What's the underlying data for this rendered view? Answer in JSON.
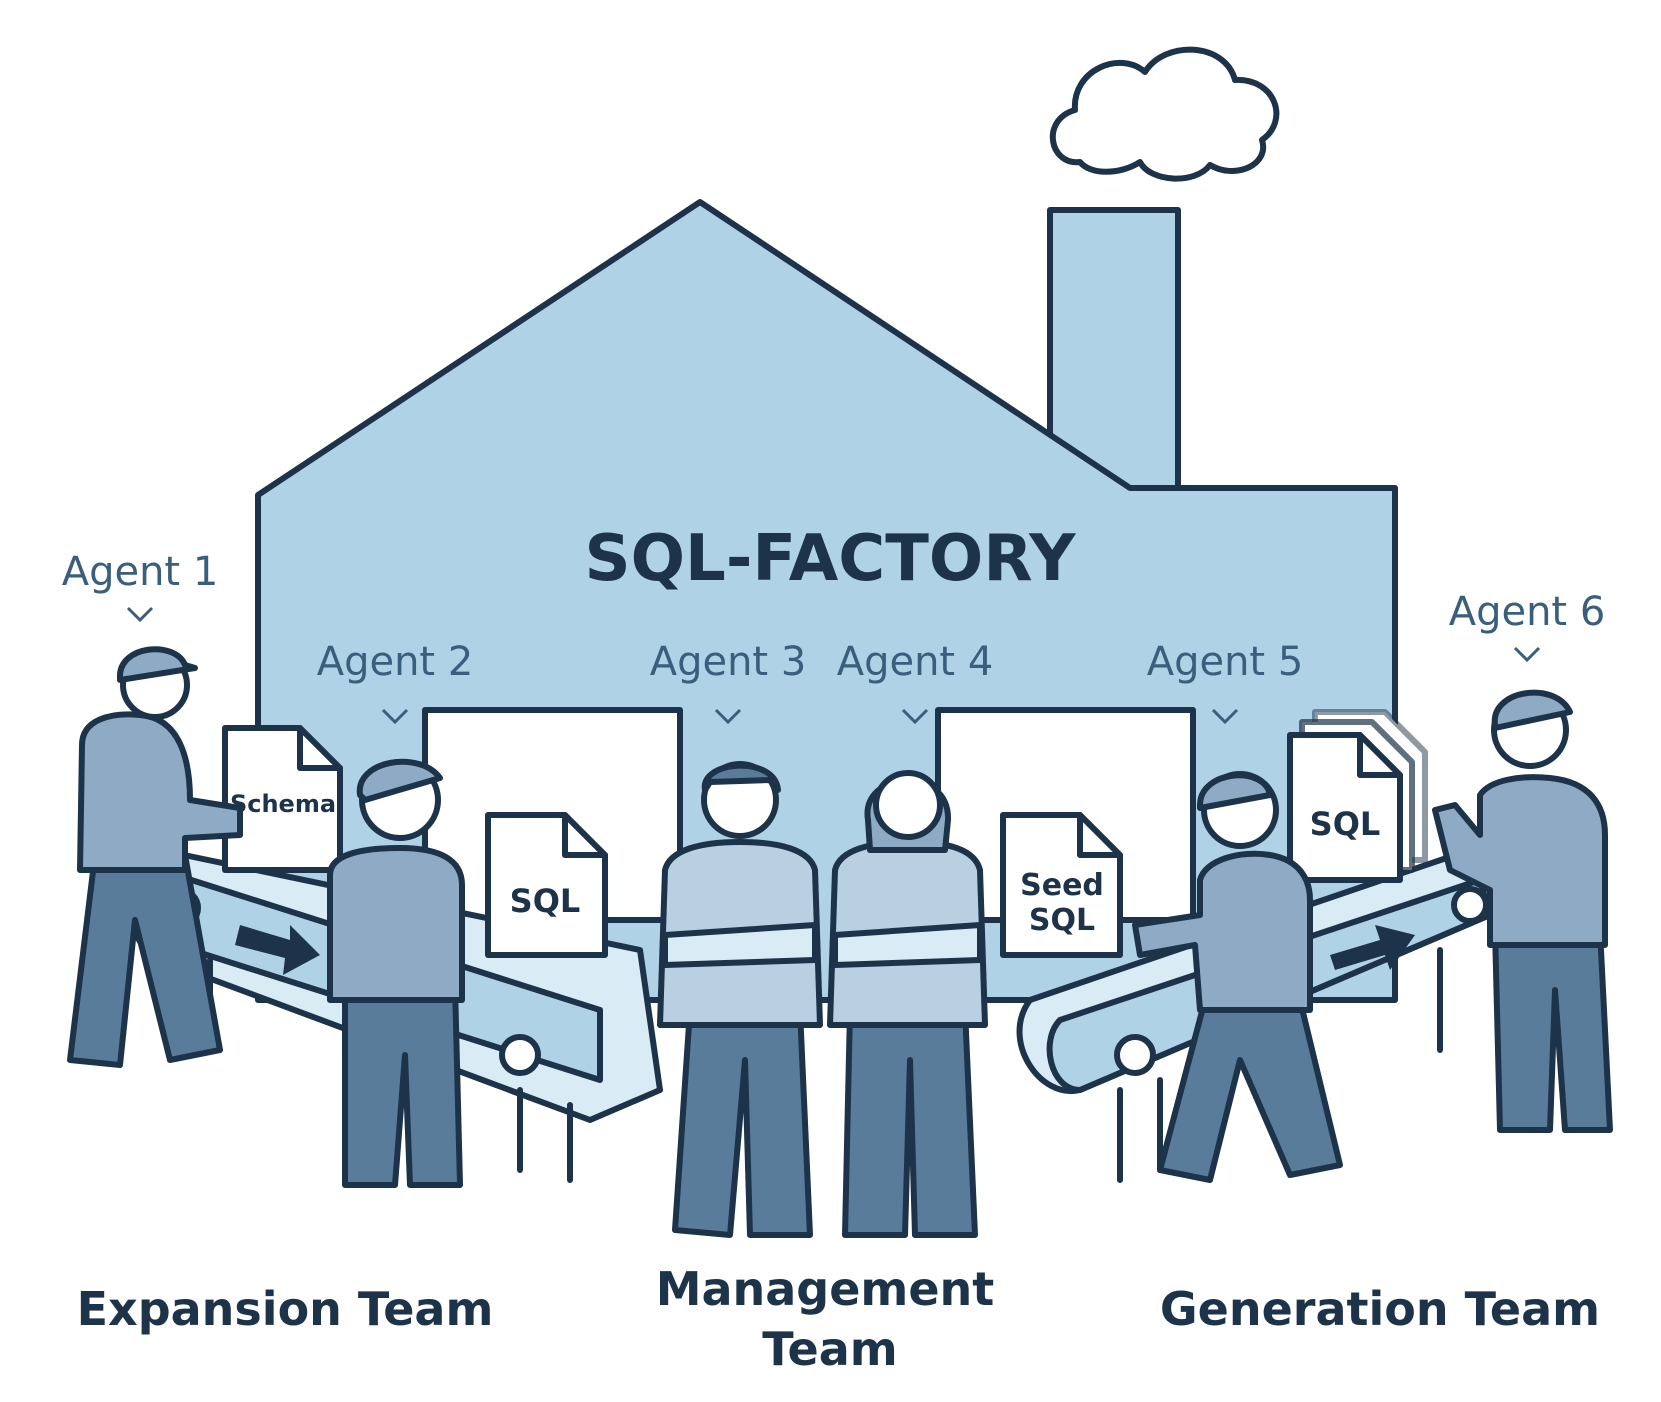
{
  "factory": {
    "title": "SQL-FACTORY"
  },
  "agents": [
    {
      "label": "Agent 1"
    },
    {
      "label": "Agent 2"
    },
    {
      "label": "Agent 3"
    },
    {
      "label": "Agent 4"
    },
    {
      "label": "Agent 5"
    },
    {
      "label": "Agent 6"
    }
  ],
  "documents": {
    "schema": "Schema",
    "sql_left": "SQL",
    "seed_line1": "Seed",
    "seed_line2": "SQL",
    "sql_stack": "SQL"
  },
  "teams": {
    "expansion": "Expansion Team",
    "management_line1": "Management",
    "management_line2": "Team",
    "generation": "Generation Team"
  },
  "colors": {
    "outline": "#1d3349",
    "factory_fill": "#b0d2e6",
    "belt_fill": "#d9ebf5",
    "worker_shirt": "#8faac4",
    "worker_pants": "#5a7c9b",
    "agent_label": "#3a5f7d"
  }
}
